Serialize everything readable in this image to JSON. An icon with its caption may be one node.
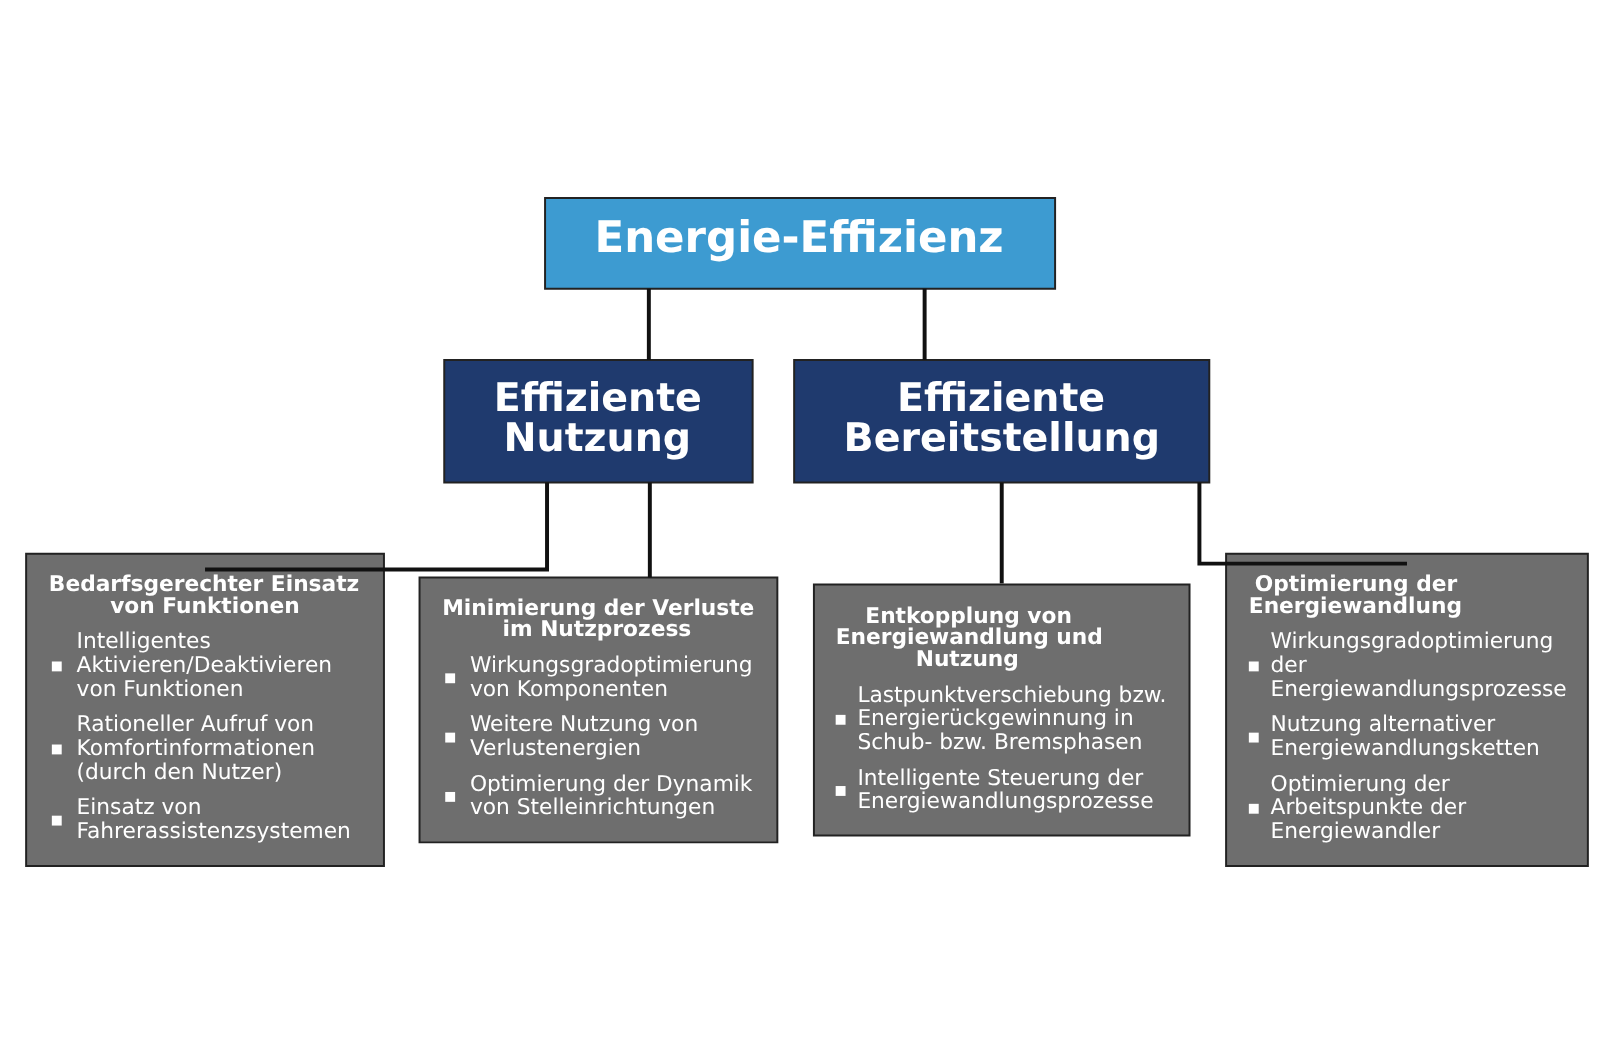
{
  "diagram": {
    "nodes": [
      {
        "text": [
          "Energie-Effizienz"
        ]
      },
      {
        "text": [
          "Effiziente Nutzung"
        ]
      },
      {
        "text": [
          "Effiziente Bereitstellung"
        ]
      },
      {
        "text": [
          "Bedarfsgerechter Einsatz von Funktionen",
          "Intelligentes Aktivieren/Deaktivieren von Funktionen",
          "Rationeller Aufruf von Komfortinformationen (durch den Nutzer)",
          "Einsatz von Fahrerassistenzsystemen"
        ]
      },
      {
        "text": [
          "Minimierung der Verluste im Nutzprozess",
          "Wirkungsgradoptimierung von Komponenten",
          "Weitere Nutzung von Verlustenergien",
          "Optimierung der Dynamik von Stelleinrichtungen"
        ]
      },
      {
        "text": [
          "Entkopplung von Energiewandlung und Nutzung",
          "Lastpunktverschiebung bzw. Energierückgewinnung in Schub- bzw. Bremsphasen",
          "Intelligente Steuerung der Energiewandlungsprozesse"
        ]
      },
      {
        "text": [
          "Optimierung der Energiewandlung",
          "Wirkungsgradoptimierung der Energiewandlungsprozesse",
          "Nutzung alternativer Energiewandlungsketten",
          "Optimierung der Arbeitspunkte der Energiewandler"
        ]
      }
    ],
    "edges": [
      {
        "from": 0,
        "to": 1,
        "arrow": "none"
      },
      {
        "from": 0,
        "to": 2,
        "arrow": "none"
      },
      {
        "from": 1,
        "to": 3,
        "arrow": "none"
      },
      {
        "from": 1,
        "to": 4,
        "arrow": "none"
      },
      {
        "from": 2,
        "to": 5,
        "arrow": "none"
      },
      {
        "from": 2,
        "to": 6,
        "arrow": "none"
      }
    ]
  }
}
